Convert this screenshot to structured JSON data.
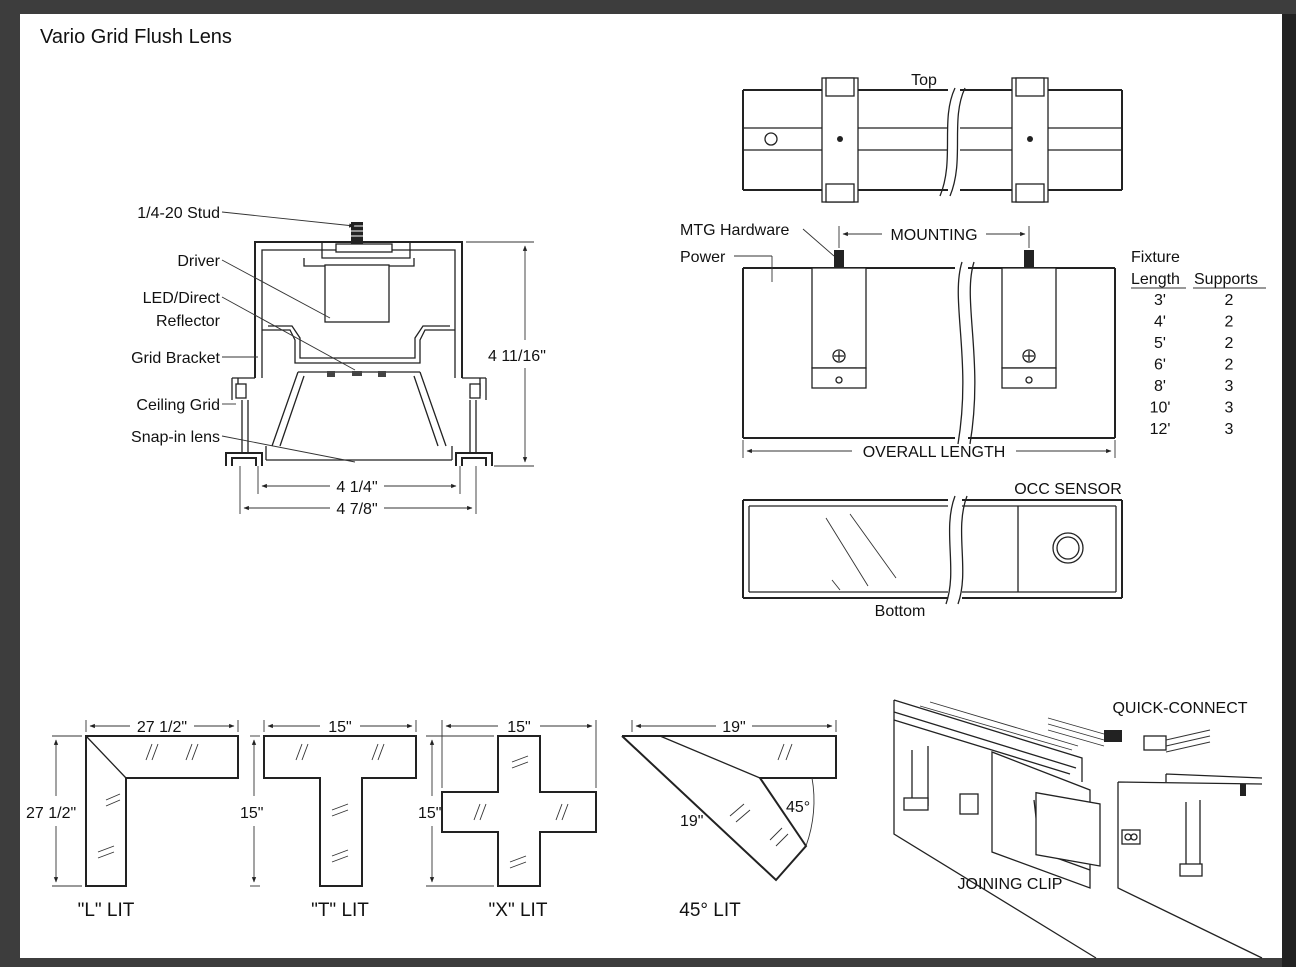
{
  "title": "Vario Grid Flush Lens",
  "section": {
    "labels": {
      "stud": "1/4-20 Stud",
      "driver": "Driver",
      "reflector_line1": "LED/Direct",
      "reflector_line2": "Reflector",
      "grid_bracket": "Grid Bracket",
      "ceiling_grid": "Ceiling Grid",
      "lens": "Snap-in lens"
    },
    "dims": {
      "height": "4 11/16\"",
      "inner_width": "4 1/4\"",
      "outer_width": "4 7/8\""
    }
  },
  "top_view": {
    "label": "Top"
  },
  "side_view": {
    "mtg_hardware": "MTG Hardware",
    "power": "Power",
    "mounting": "MOUNTING",
    "overall_length": "OVERALL LENGTH"
  },
  "supports_table": {
    "header_line1": "Fixture",
    "col1": "Length",
    "col2": "Supports",
    "rows": [
      {
        "length": "3'",
        "supports": "2"
      },
      {
        "length": "4'",
        "supports": "2"
      },
      {
        "length": "5'",
        "supports": "2"
      },
      {
        "length": "6'",
        "supports": "2"
      },
      {
        "length": "8'",
        "supports": "3"
      },
      {
        "length": "10'",
        "supports": "3"
      },
      {
        "length": "12'",
        "supports": "3"
      }
    ]
  },
  "bottom_view": {
    "occ_sensor": "OCC SENSOR",
    "label": "Bottom"
  },
  "configs": {
    "l": {
      "label": "\"L\" LIT",
      "width": "27 1/2\"",
      "height": "27 1/2\""
    },
    "t": {
      "label": "\"T\" LIT",
      "width": "15\"",
      "height": "15\""
    },
    "x": {
      "label": "\"X\" LIT",
      "width": "15\"",
      "height": "15\""
    },
    "d45": {
      "label": "45° LIT",
      "width": "19\"",
      "diag": "19\"",
      "angle": "45°"
    }
  },
  "connect": {
    "quick_connect": "QUICK-CONNECT",
    "joining_clip": "JOINING CLIP"
  }
}
